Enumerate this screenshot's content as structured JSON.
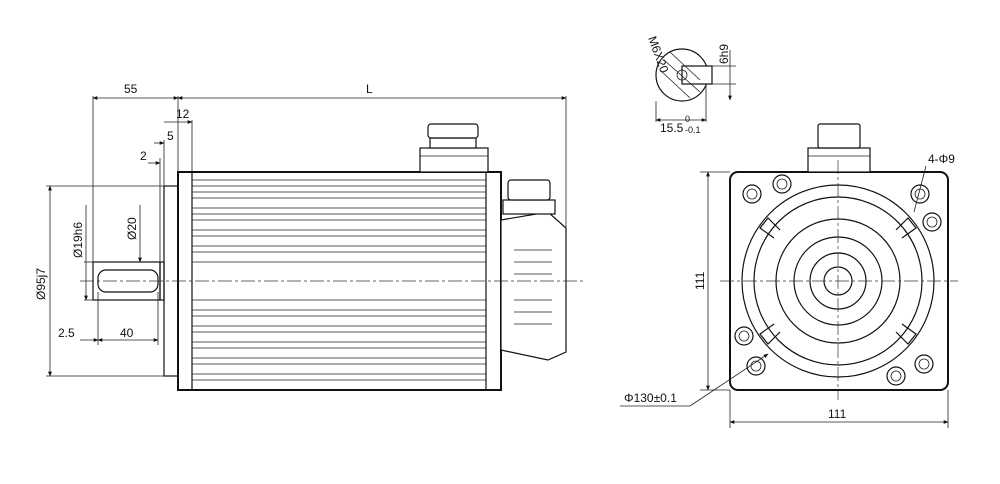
{
  "labels": {
    "shaft_ext": "55",
    "length": "L",
    "flange_thk": "12",
    "spigot": "5",
    "step": "2",
    "shaft_dia": "Ø19h6",
    "shoulder_dia": "Ø20",
    "spigot_dia": "Ø95j7",
    "key_offset": "2.5",
    "key_len": "40",
    "key_spec": "M6X20",
    "key_width": "6h9",
    "key_depth": "15.5",
    "key_tol_upper": "0",
    "key_tol_lower": "-0.1",
    "holes": "4-Φ9",
    "height": "111",
    "width": "111",
    "pcd": "Φ130±0.1"
  }
}
